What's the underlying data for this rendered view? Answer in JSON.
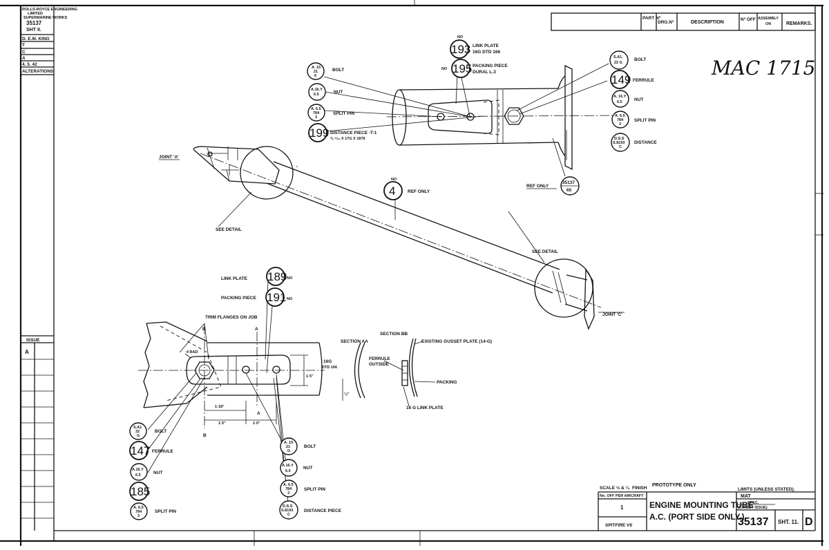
{
  "sidebar": {
    "company": "ROLLS-ROYCE ENGINEERING",
    "company2": "LIMITED",
    "company3": "SUPERMARINE WORKS",
    "drawing_no": "35137",
    "sheet": "SHT II.",
    "drawn_by": "D. E.M. KING",
    "t_label": "T",
    "c_label": "C",
    "a_label": "A",
    "date": "4. 5. 42",
    "alterations": "ALTERATIONS.",
    "issue_label": "ISSUE",
    "issue_value": "A"
  },
  "parts_header": {
    "part_no": "PART Nº",
    "drg_no": "DRG.Nº",
    "description": "DESCRIPTION",
    "no_off": "Nº OFF",
    "assembly": "ASSEMBLY",
    "on": "ON",
    "remarks": "REMARKS."
  },
  "handwritten_ref": "MAC 1715",
  "top_detail": {
    "no_label": "NO",
    "link_plate_no": "193",
    "link_plate_desc1": "LINK PLATE",
    "link_plate_desc2": "16G DTD 166",
    "packing_no": "195",
    "packing_desc1": "PACKING PIECE",
    "packing_desc2": "DURAL L.3",
    "no_label2": "NO",
    "bolt_spec": [
      "A. 15",
      "21",
      "6"
    ],
    "bolt_label": "BOLT",
    "nut_spec": [
      "A.16.Y",
      "6.5"
    ],
    "nut_label": "NUT",
    "pin_spec": [
      "A. 6.5",
      "784",
      "3"
    ],
    "pin_label": "SPLIT PIN",
    "distance_no": "199",
    "distance_desc1": "DISTANCE PIECE -T-1",
    "distance_desc2": "⅜ ⁵⁄₁₆ X 17G X 1878",
    "r_bolt_spec": [
      "S.A1.",
      "22 G"
    ],
    "r_bolt_label": "BOLT",
    "r_ferrule_no": "149",
    "r_ferrule_label": "FERRULE",
    "r_nut_spec": [
      "A. 16.Y",
      "6.5"
    ],
    "r_nut_label": "NUT",
    "r_pin_spec": [
      "A. 6.5",
      "784",
      "3"
    ],
    "r_pin_label": "SPLIT PIN",
    "r_dist_spec": [
      "D.S.S",
      "S.8193",
      "C"
    ],
    "r_dist_label": "DISTANCE",
    "ref_only": "REF ONLY",
    "ref_bubble": [
      "35137",
      "65"
    ]
  },
  "main_view": {
    "joint_a": "JOINT 'A'",
    "joint_c": "JOINT 'C'",
    "see_detail_1": "SEE DETAIL",
    "see_detail_2": "SEE DETAIL",
    "no_label": "NO",
    "ref_no": "4",
    "ref_only": "REF ONLY"
  },
  "bottom_detail": {
    "link_plate": "LINK PLATE",
    "link_plate_no": "189",
    "packing_piece": "PACKING PIECE",
    "packing_no": "191",
    "no_label": "NO",
    "trim_note": "TRIM FLANGES ON JOB",
    "rad": "·4 RAD",
    "dim_1_18": "1·18\"",
    "dim_1_5": "1·5\"",
    "dim_1_0": "1·0\"",
    "dim_side": "1·5\"",
    "dim_small": "⅛\"",
    "sec_a": "A",
    "sec_b": "B",
    "sec_a2": "A",
    "sec_b2": "B",
    "gauge1": "16G",
    "gauge2": "DTD 166",
    "section_aa": "SECTION AA",
    "section_bb": "SECTION BB",
    "gusset": "EXISTING GUSSET PLATE (14-G)",
    "ferrule1": "FERRULE",
    "ferrule2": "OUTSIDE",
    "packing": "PACKING",
    "link_plate_16g": "16 G LINK PLATE",
    "l_bolt_spec": [
      "S.A1",
      "22",
      "G"
    ],
    "l_bolt_label": "BOLT",
    "l_ferrule_no": "147",
    "l_ferrule_label": "FERRULE",
    "l_nut_spec": [
      "A.16.Y",
      "6.5"
    ],
    "l_nut_label": "NUT",
    "l_dist_no": "185",
    "l_pin_spec": [
      "A. 6.5",
      "784",
      "3"
    ],
    "l_pin_label": "SPLIT PIN",
    "m_bolt_spec": [
      "A. 15",
      "21",
      "G"
    ],
    "m_bolt_label": "BOLT",
    "m_nut_spec": [
      "A.16.Y",
      "6.5"
    ],
    "m_nut_label": "NUT",
    "m_pin_spec": [
      "A. 6.5",
      "784",
      "3"
    ],
    "m_pin_label": "SPLIT PIN",
    "m_dist_spec": [
      "D.S.S",
      "S.8193",
      "C"
    ],
    "m_dist_label": "DISTANCE PIECE"
  },
  "title_block": {
    "scale": "SCALE ½ & ¼",
    "finish": "FINISH",
    "prototype": "PROTOTYPE ONLY",
    "no_off": "No. OFF PER AIRCRAFT",
    "qty": "1",
    "aircraft": "SPITFIRE VII",
    "title1": "ENGINE MOUNTING TUBE",
    "title2": "A.C. (PORT SIDE ONLY.)",
    "limits": "LIMITS (UNLESS STATED).",
    "mat": "MAT",
    "spec1": "SPEC.",
    "spec2": "(LATEST ISSUE)",
    "drawing_no": "35137",
    "sheet": "SHT. 11.",
    "issue": "D"
  }
}
